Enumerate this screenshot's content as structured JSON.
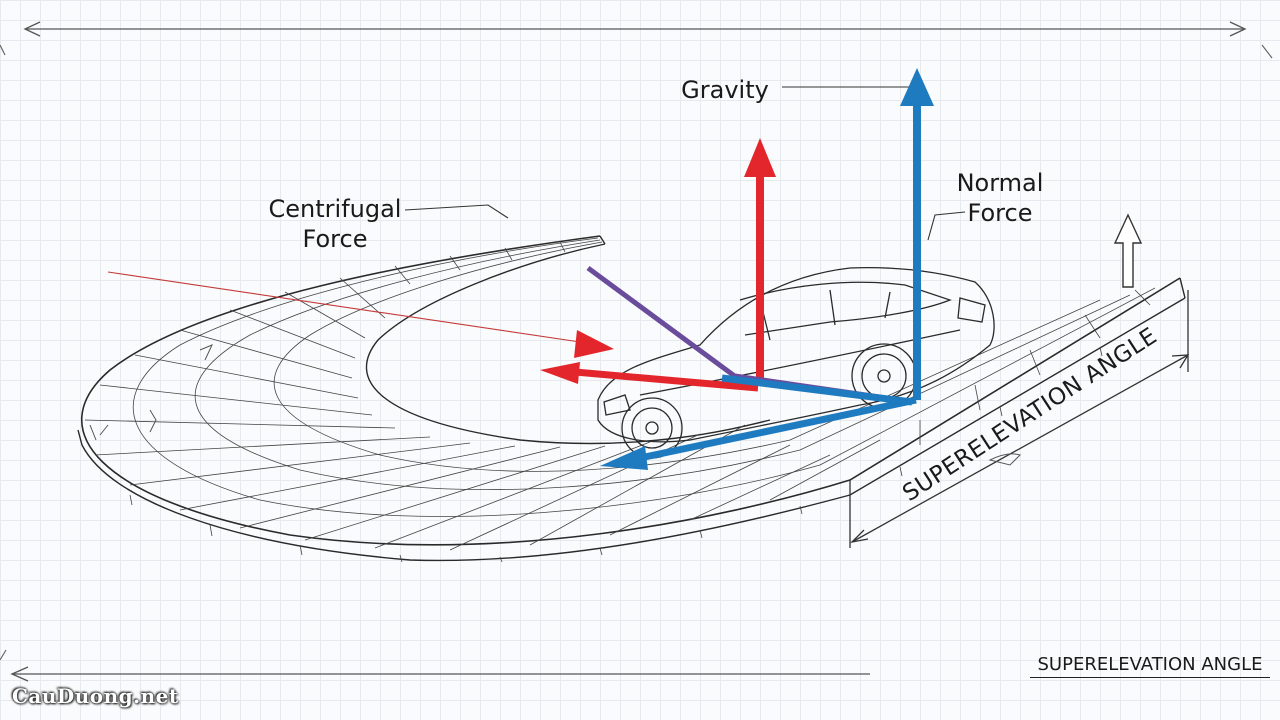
{
  "labels": {
    "gravity": "Gravity",
    "centrifugal_line1": "Centrifugal",
    "centrifugal_line2": "Force",
    "normal_line1": "Normal",
    "normal_line2": "Force",
    "superelevation": "SUPERELEVATION ANGLE",
    "superelevation_corner": "SUPERELEVATION ANGLE"
  },
  "watermark": "CauDuong.net",
  "colors": {
    "red_arrow": "#e3262b",
    "blue_arrow": "#1f7bc0",
    "purple_arrow": "#6a4c9c",
    "line": "#2a2a2a",
    "grid": "#e6e9ee"
  }
}
